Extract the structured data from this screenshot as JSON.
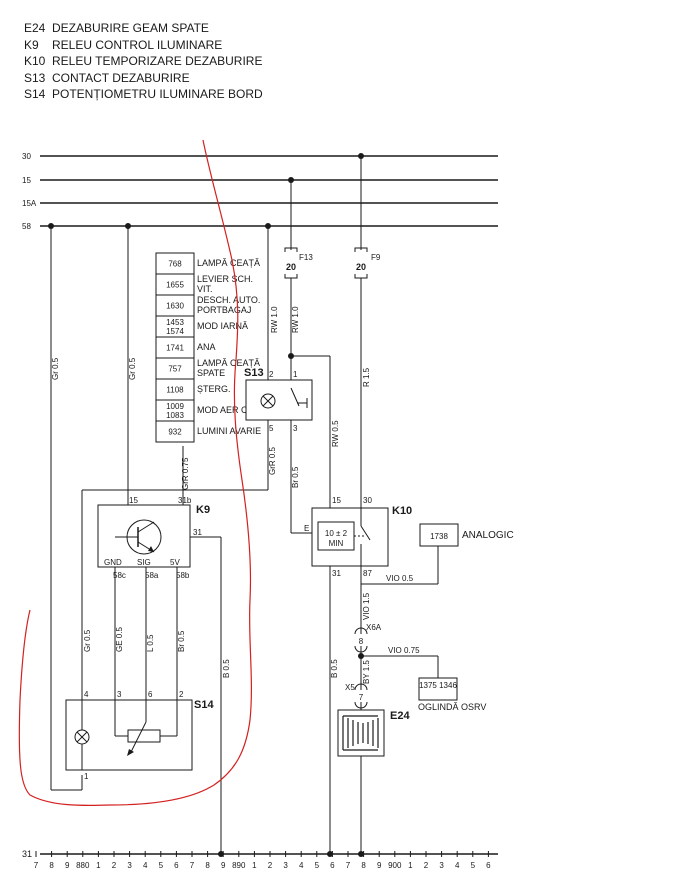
{
  "legend": [
    {
      "code": "E24",
      "text": "DEZABURIRE GEAM SPATE"
    },
    {
      "code": "K9",
      "text": "RELEU CONTROL ILUMINARE"
    },
    {
      "code": "K10",
      "text": "RELEU TEMPORIZARE DEZABURIRE"
    },
    {
      "code": "S13",
      "text": "CONTACT DEZABURIRE"
    },
    {
      "code": "S14",
      "text": "POTENȚIOMETRU ILUMINARE BORD"
    }
  ],
  "busbars": [
    "30",
    "15",
    "15A",
    "58"
  ],
  "bottom_rail": {
    "label": "31",
    "ticks": [
      "7",
      "8",
      "9",
      "880",
      "1",
      "2",
      "3",
      "4",
      "5",
      "6",
      "7",
      "8",
      "9",
      "890",
      "1",
      "2",
      "3",
      "4",
      "5",
      "6",
      "7",
      "8",
      "9",
      "900",
      "1",
      "2",
      "3",
      "4",
      "5",
      "6"
    ]
  },
  "connector_block": [
    {
      "num": "768",
      "label": "LAMPĂ CEAȚĂ"
    },
    {
      "num": "1655",
      "label": "LEVIER SCH. VIT."
    },
    {
      "num": "1630",
      "label": "DESCH. AUTO. PORTBAGAJ"
    },
    {
      "num": "1453 1574",
      "label": "MOD IARNĂ"
    },
    {
      "num": "1741",
      "label": "ANA"
    },
    {
      "num": "757",
      "label": "LAMPĂ CEAȚĂ SPATE"
    },
    {
      "num": "1108",
      "label": "ȘTERG."
    },
    {
      "num": "1009 1083",
      "label": "MOD AER COND."
    },
    {
      "num": "932",
      "label": "LUMINI AVARIE"
    }
  ],
  "fuses": [
    {
      "id": "F13",
      "rating": "20"
    },
    {
      "id": "F9",
      "rating": "20"
    }
  ],
  "components": {
    "K9": {
      "label": "K9",
      "pins": {
        "top_left": "15",
        "top_right": "31b",
        "right": "31",
        "gnd": "GND",
        "sig": "SIG",
        "v5": "5V",
        "p58c": "58c",
        "p58a": "58a",
        "p58b": "58b"
      }
    },
    "S13": {
      "label": "S13",
      "pins": {
        "p2": "2",
        "p1": "1",
        "p5": "5",
        "p3": "3"
      }
    },
    "K10": {
      "label": "K10",
      "timer": "10 ± 2",
      "timer_unit": "MIN",
      "pins": {
        "p15": "15",
        "p30": "30",
        "pE": "E",
        "p31": "31",
        "p87": "87"
      }
    },
    "S14": {
      "label": "S14",
      "pins": {
        "p4": "4",
        "p3": "3",
        "p6": "6",
        "p2": "2",
        "p1": "1"
      }
    },
    "E24": {
      "label": "E24"
    },
    "analogic": {
      "num": "1738",
      "label": "ANALOGIC"
    },
    "oglinda": {
      "num": "1375 1346",
      "label": "OGLINDĂ OSRV"
    }
  },
  "connectors": {
    "x6a": "X6A",
    "x6a_pin": "8",
    "x5": "X5",
    "x5_pin": "7"
  },
  "wires": {
    "gr05_left": "Gr 0.5",
    "gr05_mid": "Gr 0.5",
    "grr075": "GrR 0.75",
    "grr05": "GrR 0.5",
    "rw10_a": "RW 1.0",
    "rw10_b": "RW 1.0",
    "rw05": "RW 0.5",
    "r15": "R 1.5",
    "br05": "Br 0.5",
    "vio05": "VIO 0.5",
    "vio15": "VIO 1.5",
    "vio075": "VIO 0.75",
    "by15": "BY 1.5",
    "b05_a": "B 0.5",
    "b05_b": "B 0.5",
    "gr05_s14": "Gr 0.5",
    "ge05": "GE 0.5",
    "l05": "L 0.5",
    "br05_s14": "Br 0.5"
  },
  "colors": {
    "wire": "#1a1a1a",
    "annotation": "#d42020"
  }
}
